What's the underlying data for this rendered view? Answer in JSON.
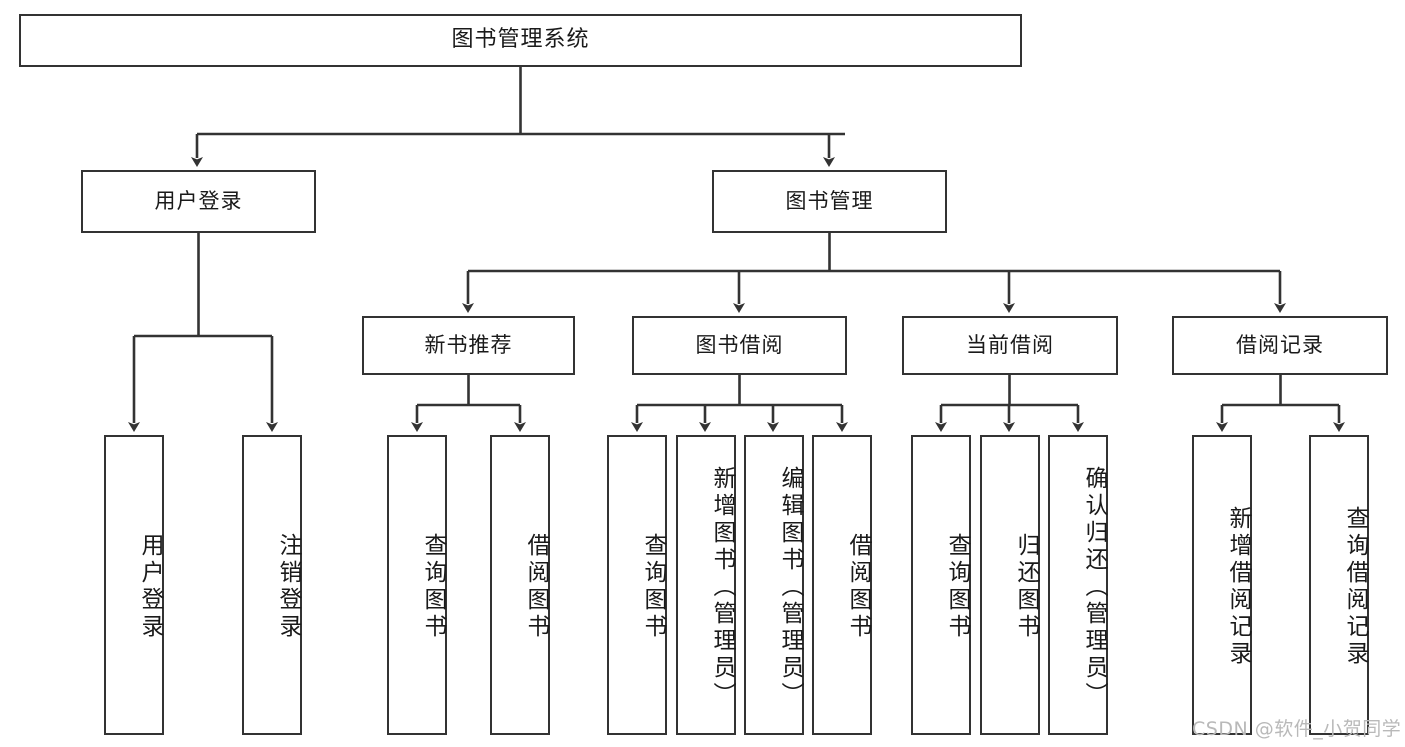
{
  "diagram": {
    "title": "图书管理系统",
    "type": "hierarchy-tree",
    "colors": {
      "box_border": "#333333",
      "box_fill": "#ffffff",
      "connector": "#333333",
      "text": "#1a1a1a",
      "watermark": "#b9b9b9",
      "background": "#ffffff"
    },
    "root": {
      "label": "图书管理系统"
    },
    "level2": [
      {
        "label": "用户登录"
      },
      {
        "label": "图书管理"
      }
    ],
    "level3": [
      {
        "label": "新书推荐"
      },
      {
        "label": "图书借阅"
      },
      {
        "label": "当前借阅"
      },
      {
        "label": "借阅记录"
      }
    ],
    "leaves": {
      "user_login": [
        {
          "label": "用户登录"
        },
        {
          "label": "注销登录"
        }
      ],
      "new_book_recommend": [
        {
          "label": "查询图书"
        },
        {
          "label": "借阅图书"
        }
      ],
      "book_borrow": [
        {
          "label": "查询图书"
        },
        {
          "label": "新增图书（管理员）"
        },
        {
          "label": "编辑图书（管理员）"
        },
        {
          "label": "借阅图书"
        }
      ],
      "current_borrow": [
        {
          "label": "查询图书"
        },
        {
          "label": "归还图书"
        },
        {
          "label": "确认归还（管理员）"
        }
      ],
      "borrow_record": [
        {
          "label": "新增借阅记录"
        },
        {
          "label": "查询借阅记录"
        }
      ]
    }
  },
  "watermark": {
    "text": "CSDN @软件_小贺同学"
  }
}
